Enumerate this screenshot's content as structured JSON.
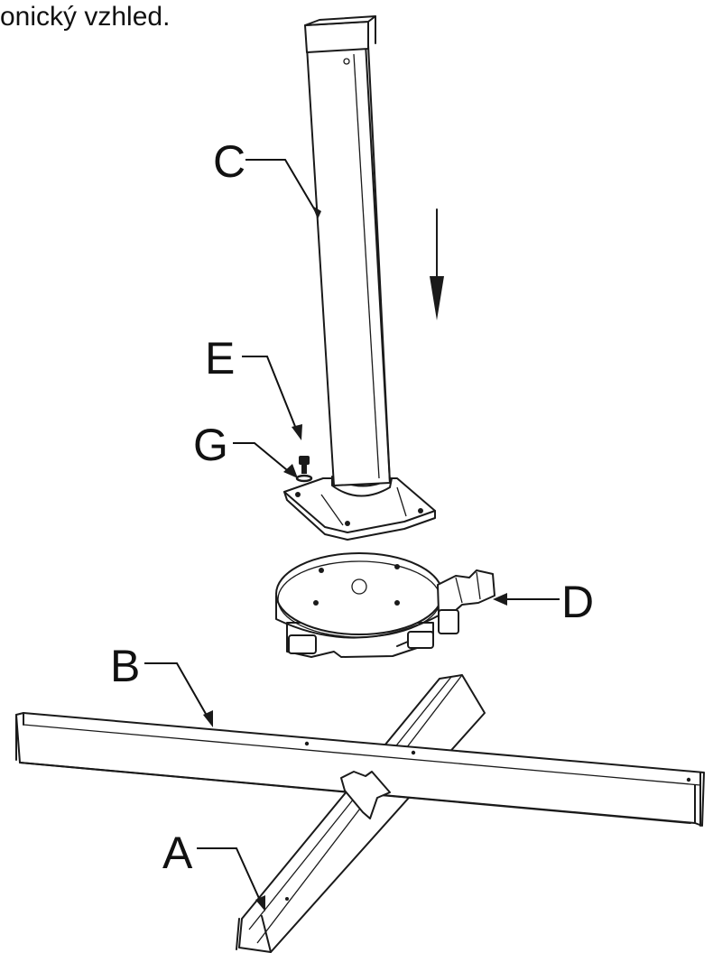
{
  "caption": "onický vzhled.",
  "labels": {
    "a": "A",
    "b": "B",
    "c": "C",
    "d": "D",
    "e": "E",
    "g": "G"
  }
}
